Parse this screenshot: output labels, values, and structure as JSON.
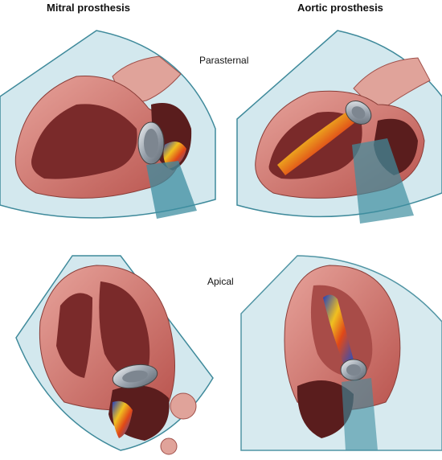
{
  "columns": {
    "left": "Mitral prosthesis",
    "right": "Aortic prosthesis"
  },
  "rows": {
    "top": "Parasternal",
    "bottom": "Apical"
  },
  "colors": {
    "sector_fill": "#d3e8ee",
    "sector_stroke": "#3f8a9b",
    "myocardium": "#c46a63",
    "chamber": "#7a2a2a",
    "shadow": "#3e8ea0",
    "valve_metal": "#c9ced4"
  }
}
